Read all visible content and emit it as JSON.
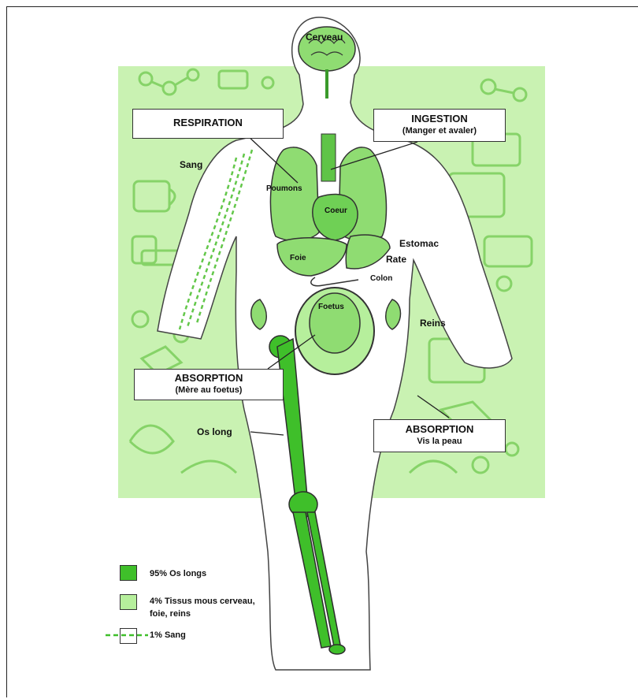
{
  "boxes": {
    "respiration": {
      "title": "RESPIRATION"
    },
    "ingestion": {
      "title": "INGESTION",
      "subtitle": "(Manger et avaler)"
    },
    "absorption_mother": {
      "title": "ABSORPTION",
      "subtitle": "(Mère au foetus)"
    },
    "absorption_skin": {
      "title": "ABSORPTION",
      "subtitle": "Vis la peau"
    }
  },
  "labels": {
    "brain": "Cerveau",
    "blood": "Sang",
    "lungs": "Poumons",
    "heart": "Coeur",
    "stomach": "Estomac",
    "liver": "Foie",
    "spleen": "Rate",
    "colon": "Colon",
    "fetus": "Foetus",
    "kidneys": "Reins",
    "long_bone": "Os long"
  },
  "legend": [
    {
      "text": "95% Os longs",
      "color": "#3fbf2a"
    },
    {
      "text_line1": "4% Tissus mous cerveau,",
      "text_line2": "foie, reins",
      "color": "#b6ef9c"
    },
    {
      "text": "1% Sang",
      "color": "#3fbf2a"
    }
  ],
  "colors": {
    "background_panel": "#c9f2b2",
    "bone": "#3fbf2a",
    "organ": "#8fdc72",
    "outline": "#333333"
  }
}
